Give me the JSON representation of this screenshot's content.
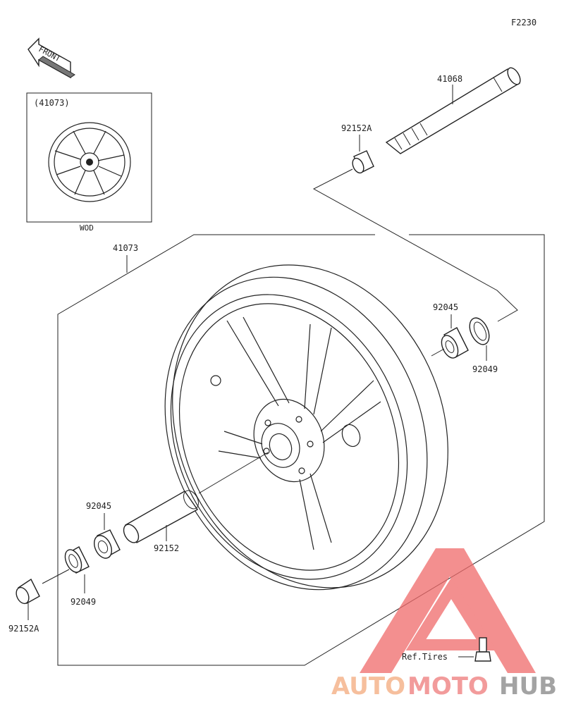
{
  "diagram": {
    "code": "F2230",
    "front_label": "FRONT",
    "inset": {
      "part_ref": "(41073)",
      "caption": "WOD"
    },
    "parts": {
      "axle": "41068",
      "wheel": "41073",
      "collar_top": "92152A",
      "collar_bottom": "92152A",
      "bearing_right": "92045",
      "seal_right": "92049",
      "bearing_left": "92045",
      "seal_left": "92049",
      "spacer": "92152"
    },
    "ref_note": "Ref.Tires"
  },
  "watermark": {
    "part1": "AUTO",
    "part2": "MOTO",
    "part3": "HUB",
    "colors": {
      "auto": "#f5b48c",
      "moto": "#f08a8a",
      "hub": "#9a9a9a",
      "triangle": "#f06a6a"
    }
  }
}
